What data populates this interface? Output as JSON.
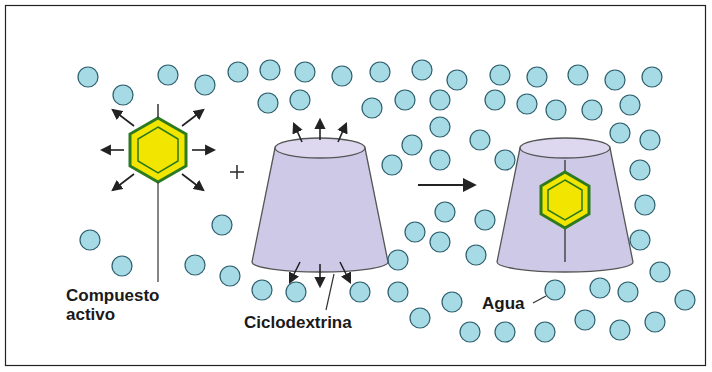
{
  "diagram": {
    "labels": [
      "Compuesto activo",
      "Ciclodextrina",
      "Agua"
    ]
  }
}
